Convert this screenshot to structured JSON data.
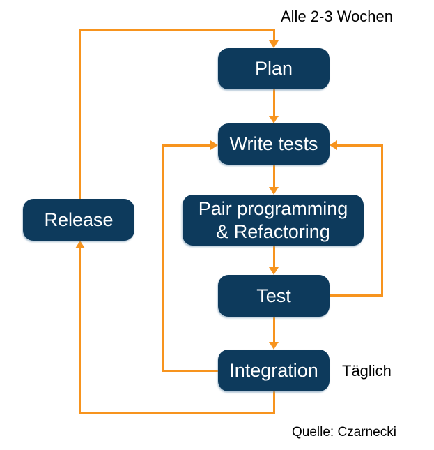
{
  "diagram": {
    "type": "flowchart",
    "subject": "XP development cycle",
    "annotations": {
      "cycle_note": "Alle 2-3 Wochen",
      "daily_note": "Täglich",
      "source_note": "Quelle: Czarnecki"
    },
    "colors": {
      "node_fill": "#0D3A5C",
      "node_text": "#FFFFFF",
      "arrow": "#F7941E",
      "annotation_text": "#000000",
      "background": "#FFFFFF"
    },
    "nodes": {
      "plan": {
        "label": "Plan"
      },
      "write_tests": {
        "label": "Write tests"
      },
      "pair_programming": {
        "label_line1": "Pair programming",
        "label_line2": "& Refactoring"
      },
      "test": {
        "label": "Test"
      },
      "integration": {
        "label": "Integration"
      },
      "release": {
        "label": "Release"
      }
    },
    "edges": [
      {
        "from": "release",
        "to": "plan",
        "label": "Alle 2-3 Wochen",
        "route": "up-over-top"
      },
      {
        "from": "plan",
        "to": "write_tests",
        "route": "down"
      },
      {
        "from": "write_tests",
        "to": "pair_programming",
        "route": "down"
      },
      {
        "from": "pair_programming",
        "to": "test",
        "route": "down"
      },
      {
        "from": "test",
        "to": "write_tests",
        "route": "right-side-loop"
      },
      {
        "from": "test",
        "to": "integration",
        "route": "down"
      },
      {
        "from": "integration",
        "to": "write_tests",
        "route": "left-side-loop"
      },
      {
        "from": "integration",
        "to": "release",
        "label": "Täglich",
        "route": "down-under-bottom"
      }
    ]
  }
}
